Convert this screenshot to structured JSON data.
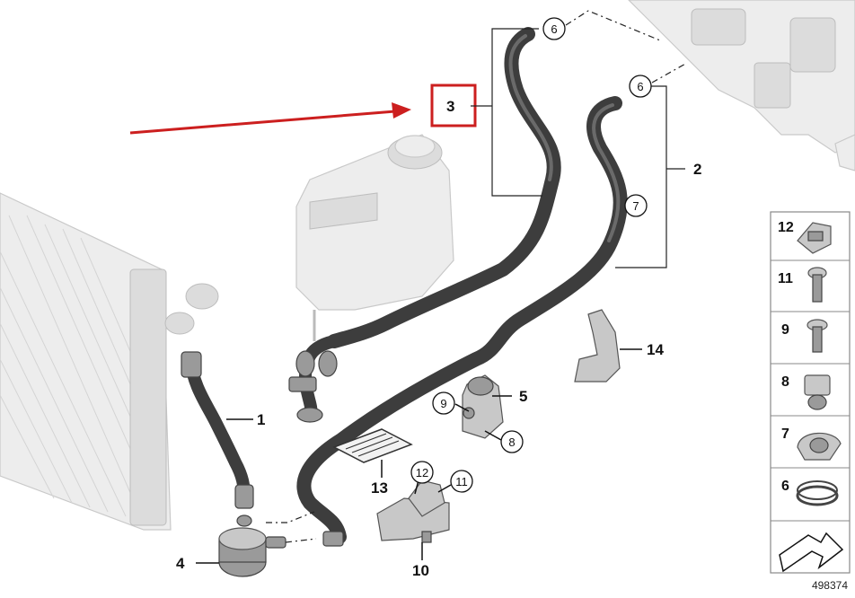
{
  "callouts": {
    "c1": "1",
    "c2": "2",
    "c3": "3",
    "c4": "4",
    "c5": "5",
    "c10": "10",
    "c13": "13",
    "c14": "14"
  },
  "circled": {
    "c6a": "6",
    "c6b": "6",
    "c7": "7",
    "c8": "8",
    "c9": "9",
    "c11": "11",
    "c12": "12"
  },
  "panel": {
    "items": [
      "12",
      "11",
      "9",
      "8",
      "7",
      "6"
    ]
  },
  "reference_number": "498374",
  "colors": {
    "highlight": "#cc1f1f",
    "hose": "#3d3d3d",
    "ghost_part": "#ededed"
  },
  "icons": {
    "arrow": "red-pointer-arrow",
    "highlight_box": "red-highlight-box"
  }
}
